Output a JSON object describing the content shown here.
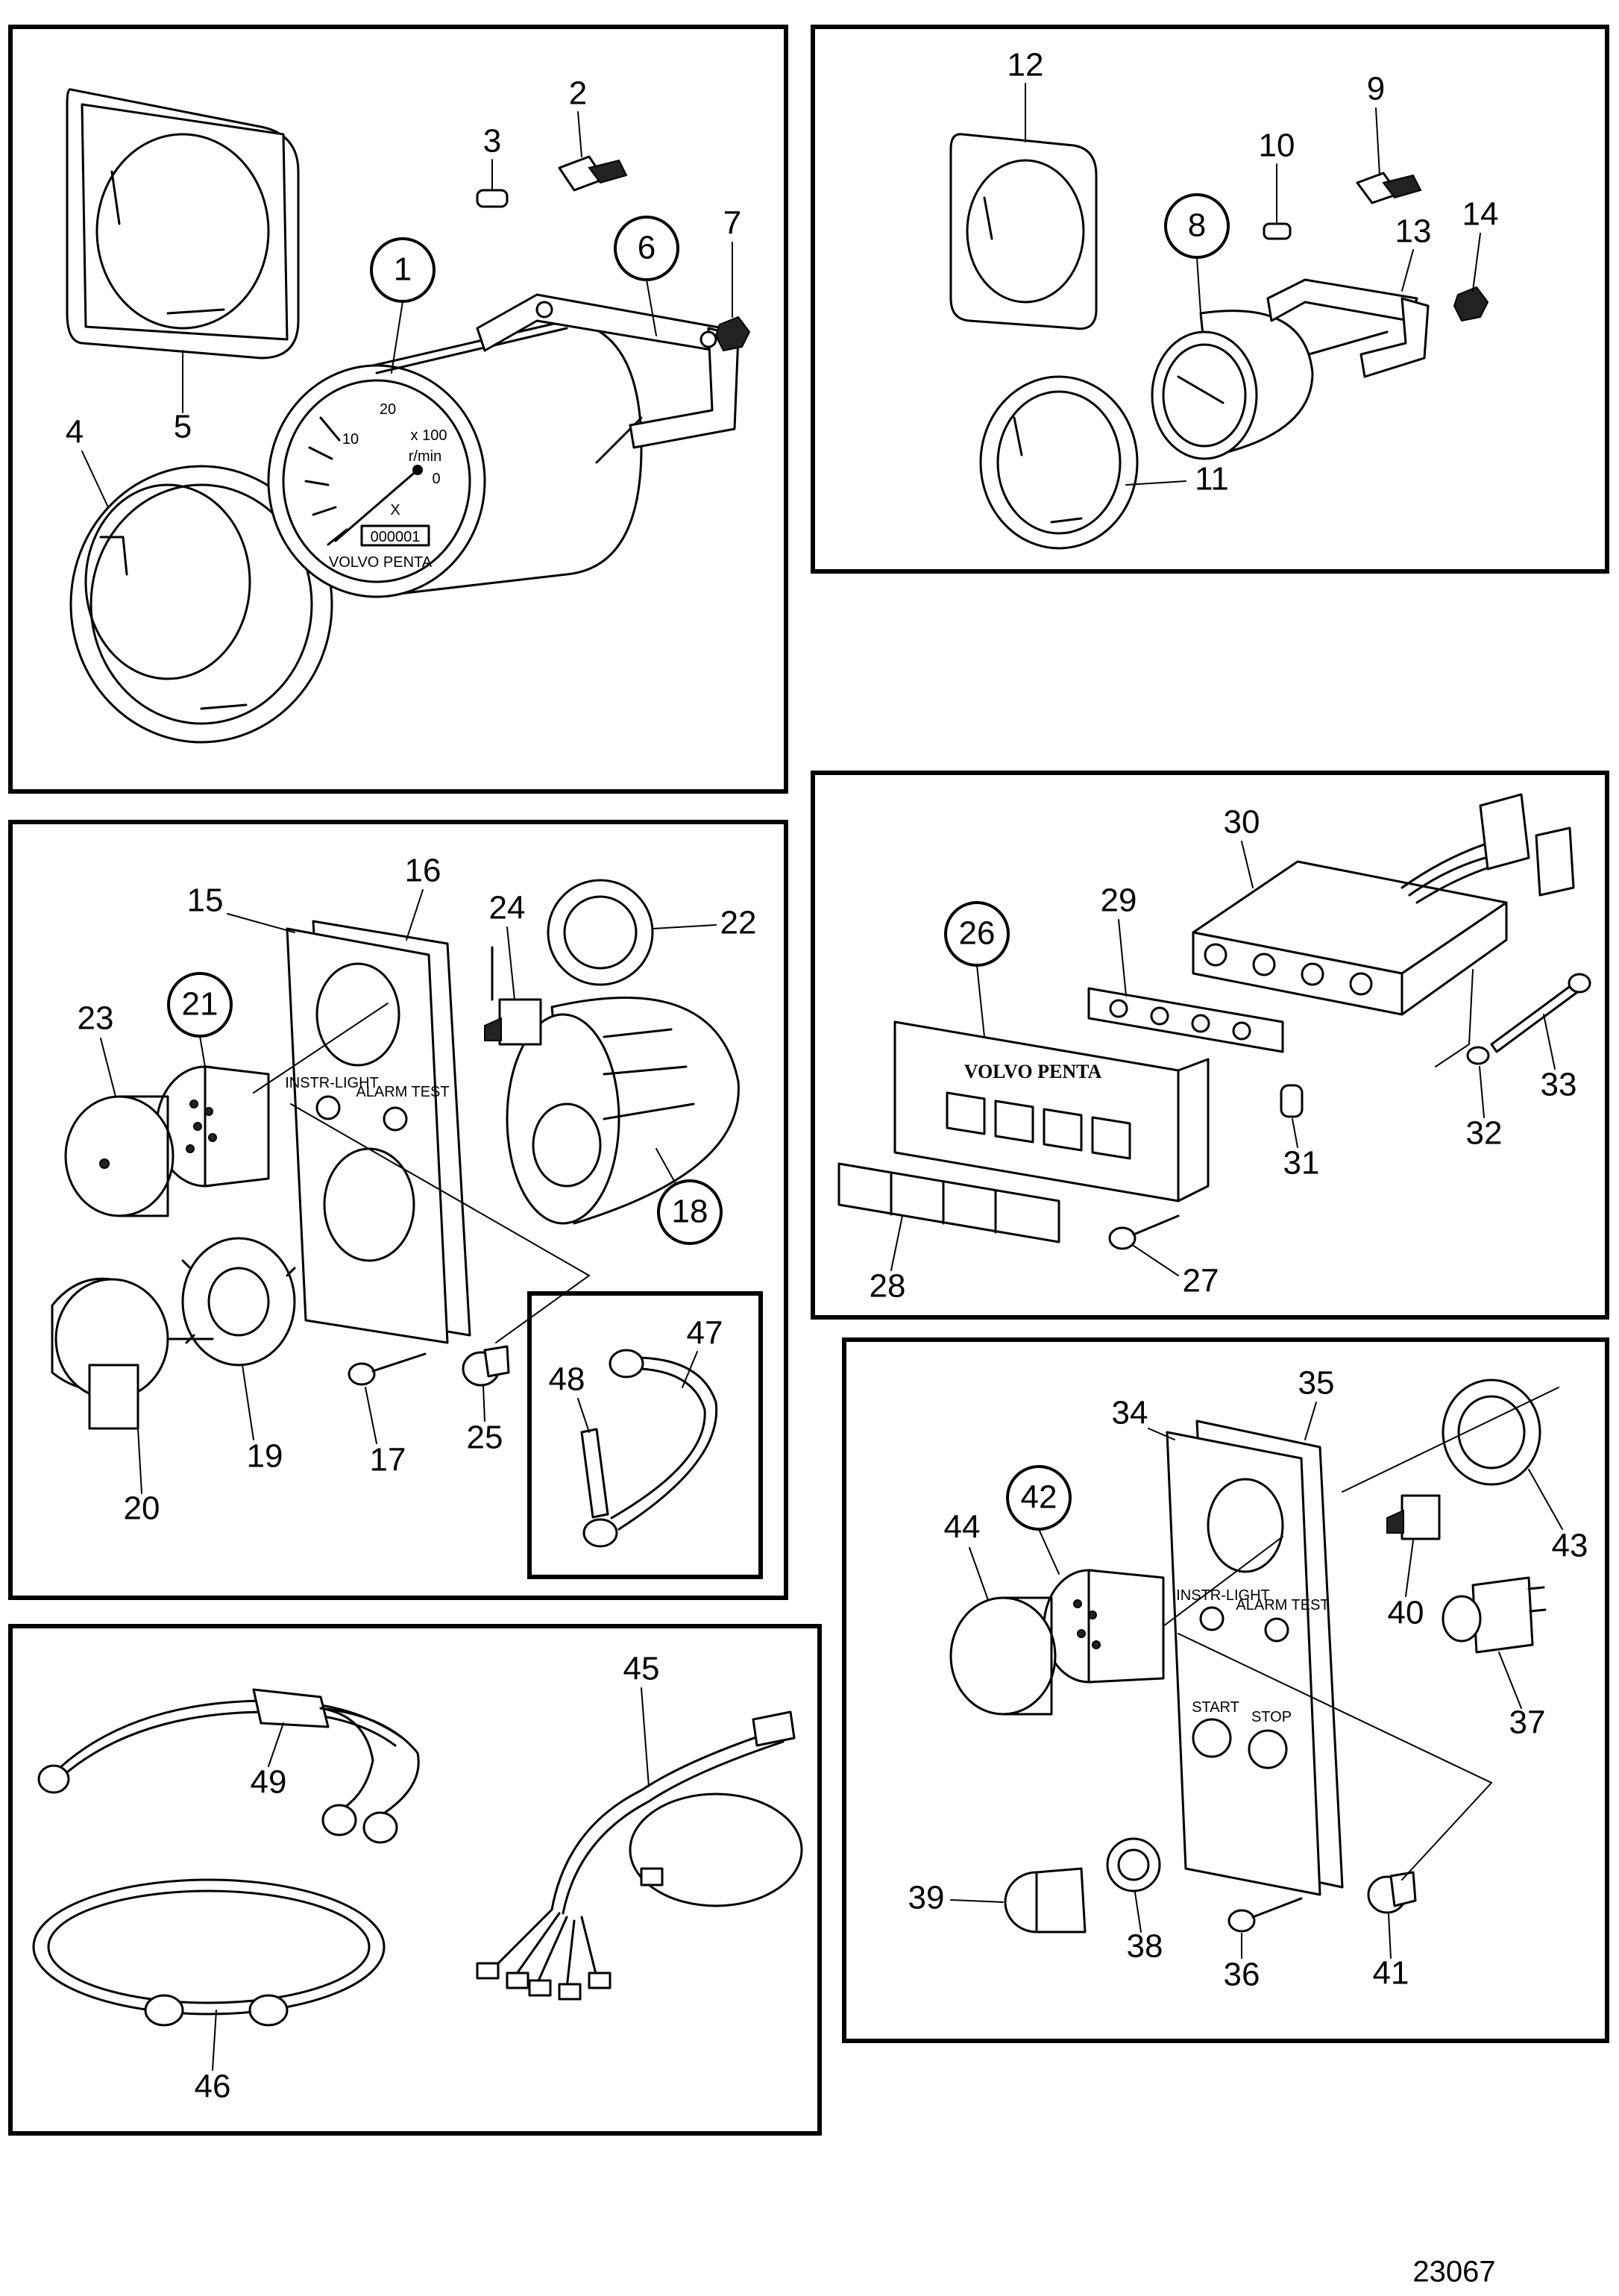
{
  "reference_number": "23067",
  "circled_labels": [
    "1",
    "6",
    "8",
    "18",
    "21",
    "26",
    "42"
  ],
  "panels": {
    "tachometer": {
      "labels": [
        "1",
        "2",
        "3",
        "4",
        "5",
        "6",
        "7"
      ],
      "gauge_text": {
        "scale_top": "20",
        "scale_mid": "10",
        "zero": "0",
        "unit_multiplier": "x 100",
        "unit": "r/min",
        "counter": "000001",
        "symbol": "X",
        "brand": "VOLVO PENTA"
      }
    },
    "small_gauge": {
      "labels": [
        "8",
        "9",
        "10",
        "11",
        "12",
        "13",
        "14"
      ]
    },
    "instrument_panel_a": {
      "labels": [
        "15",
        "16",
        "17",
        "18",
        "19",
        "20",
        "21",
        "22",
        "23",
        "24",
        "25"
      ],
      "panel_text": {
        "instr_light": "INSTR-LIGHT",
        "alarm_test": "ALARM TEST"
      }
    },
    "extension_harness": {
      "labels": [
        "47",
        "48"
      ]
    },
    "alarm_panel": {
      "labels": [
        "26",
        "27",
        "28",
        "29",
        "30",
        "31",
        "32",
        "33"
      ],
      "panel_text": {
        "brand": "VOLVO PENTA"
      }
    },
    "instrument_panel_b": {
      "labels": [
        "34",
        "35",
        "36",
        "37",
        "38",
        "39",
        "40",
        "41",
        "42",
        "43",
        "44"
      ],
      "panel_text": {
        "instr_light": "INSTR-LIGHT",
        "alarm_test": "ALARM TEST",
        "start": "START",
        "stop": "STOP"
      }
    },
    "cables": {
      "labels": [
        "45",
        "46",
        "49"
      ]
    }
  }
}
